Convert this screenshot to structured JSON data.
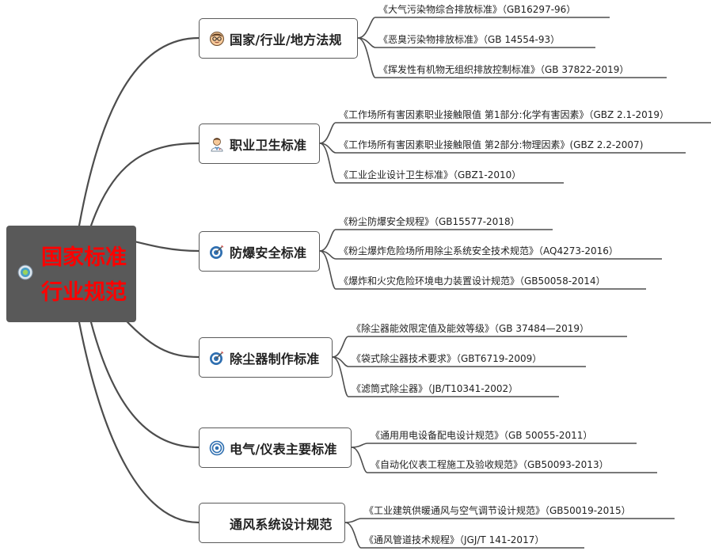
{
  "root": {
    "line1": "国家标准",
    "line2": "行业规范",
    "icon": "target-icon"
  },
  "branches": [
    {
      "label": "国家/行业/地方法规",
      "icon": "face-icon",
      "leaves": [
        "《大气污染物综合排放标准》（GB16297-96）",
        "《恶臭污染物排放标准》（GB 14554-93）",
        "《挥发性有机物无组织排放控制标准》（GB 37822-2019）"
      ]
    },
    {
      "label": "职业卫生标准",
      "icon": "doctor-icon",
      "leaves": [
        "《工作场所有害因素职业接触限值 第1部分:化学有害因素》（GBZ 2.1-2019）",
        "《工作场所有害因素职业接触限值 第2部分:物理因素》(GBZ 2.2-2007)",
        "《工业企业设计卫生标准》（GBZ1-2010）"
      ]
    },
    {
      "label": "防爆安全标准",
      "icon": "dart-icon",
      "leaves": [
        "《粉尘防爆安全规程》（GB15577-2018）",
        "《粉尘爆炸危险场所用除尘系统安全技术规范》（AQ4273-2016）",
        "《爆炸和火灾危险环境电力装置设计规范》（GB50058-2014）"
      ]
    },
    {
      "label": "除尘器制作标准",
      "icon": "dart-icon",
      "leaves": [
        "《除尘器能效限定值及能效等级》（GB 37484—2019）",
        "《袋式除尘器技术要求》（GBT6719-2009）",
        "《滤筒式除尘器》（JB/T10341-2002）"
      ]
    },
    {
      "label": "电气/仪表主要标准",
      "icon": "target-icon",
      "leaves": [
        "《通用用电设备配电设计规范》（GB 50055-2011）",
        "《自动化仪表工程施工及验收规范》（GB50093-2013）"
      ]
    },
    {
      "label": "通风系统设计规范",
      "icon": "",
      "leaves": [
        "《工业建筑供暖通风与空气调节设计规范》（GB50019-2015）",
        "《通风管道技术规程》（JGJ/T 141-2017）"
      ]
    }
  ],
  "colors": {
    "root_bg": "#595959",
    "root_text": "#ff0000",
    "line": "#4d4d4d"
  }
}
